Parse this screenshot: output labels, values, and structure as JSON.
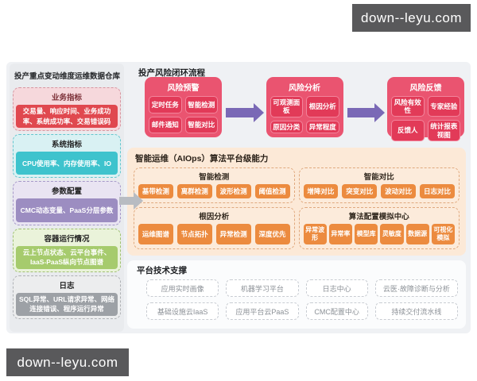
{
  "watermark": {
    "text": "down--leyu.com",
    "bg_color": "#59595b",
    "text_color": "#ffffff"
  },
  "colors": {
    "canvas_bg": "#eff1f4",
    "risk_stage": "#ea5470",
    "risk_item": "#e23a58",
    "flow_arrow": "#7a69b6",
    "aiops_panel": "#fce9d7",
    "aiops_item": "#ec8b3f",
    "left_red": "#e0484f",
    "left_cyan": "#3ec3cd",
    "left_purple": "#9c8dc1",
    "left_green": "#a6cb6d",
    "left_gray": "#9da1a6"
  },
  "left_panel": {
    "title": "投产重点变动维度运维数据仓库",
    "sections": [
      {
        "title": "业务指标",
        "content": "交易量、响应时间、业务成功率、系统成功率、交易错误码"
      },
      {
        "title": "系统指标",
        "content": "CPU使用率、内存使用率、IO"
      },
      {
        "title": "参数配置",
        "content": "CMC动态变量、PaaS分层参数"
      },
      {
        "title": "容器运行情况",
        "content": "云上节点状态、云平台事件、IaaS-PaaS纵向节点图谱"
      },
      {
        "title": "日志",
        "content": "SQL异常、URL请求异常、网络连接错误、程序运行异常"
      }
    ]
  },
  "risk_flow": {
    "title": "投产风险闭环流程",
    "stages": [
      {
        "title": "风险预警",
        "items": [
          "定时任务",
          "智能检测",
          "邮件通知",
          "智能对比"
        ]
      },
      {
        "title": "风险分析",
        "items": [
          "可观测面板",
          "根因分析",
          "原因分类",
          "异常程度"
        ]
      },
      {
        "title": "风险反馈",
        "items": [
          "风险有效性",
          "专家经验",
          "反馈人",
          "统计报表视图"
        ]
      }
    ]
  },
  "aiops": {
    "title": "智能运维（AIOps）算法平台级能力",
    "groups": [
      {
        "title": "智能检测",
        "items": [
          "基带检测",
          "离群检测",
          "波形检测",
          "阈值检测"
        ]
      },
      {
        "title": "智能对比",
        "items": [
          "增降对比",
          "突变对比",
          "波动对比",
          "日志对比"
        ]
      },
      {
        "title": "根因分析",
        "items": [
          "运维图谱",
          "节点拓扑",
          "异常检测",
          "深度优先"
        ]
      },
      {
        "title": "算法配置模拟中心",
        "items": [
          "异常波形",
          "异常率",
          "模型库",
          "灵敏度",
          "数据源",
          "可视化模拟"
        ]
      }
    ]
  },
  "platform": {
    "title": "平台技术支撑",
    "items": [
      "应用实时画像",
      "机器学习平台",
      "日志中心",
      "云医·故障诊断与分析",
      "基础设施云IaaS",
      "应用平台云PaaS",
      "CMC配置中心",
      "持续交付流水线"
    ]
  }
}
